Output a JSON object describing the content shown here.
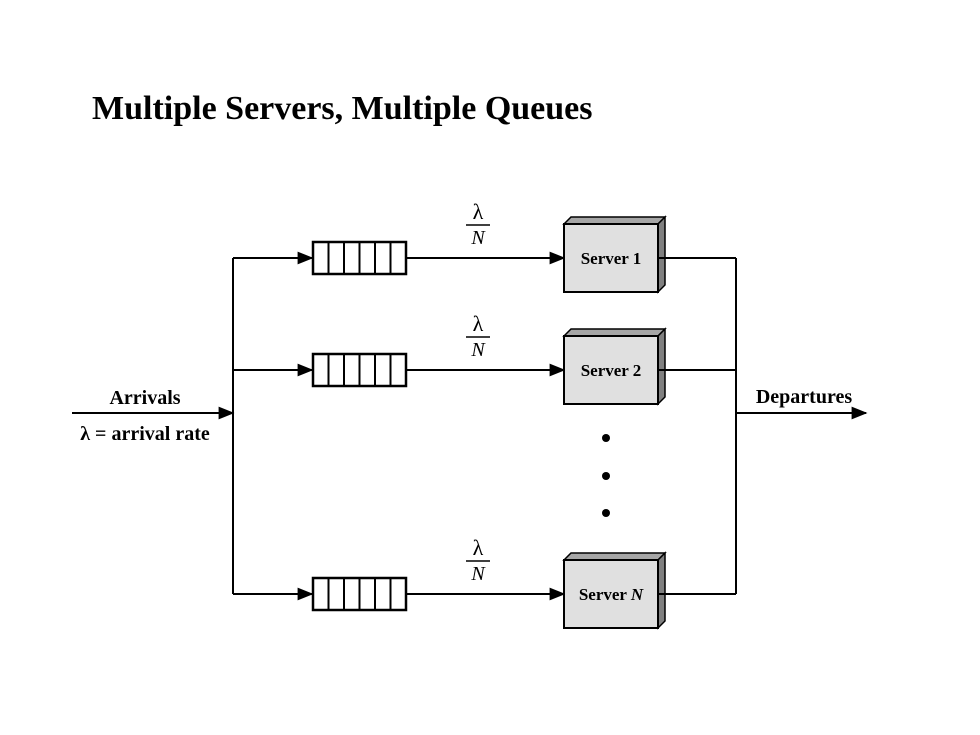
{
  "title": "Multiple Servers, Multiple Queues",
  "arrivals": {
    "label": "Arrivals",
    "rate_label": "λ = arrival rate"
  },
  "departures": {
    "label": "Departures"
  },
  "branch_rate": {
    "numerator": "λ",
    "denominator": "N"
  },
  "servers": [
    {
      "prefix": "Server ",
      "suffix": "1"
    },
    {
      "prefix": "Server ",
      "suffix": "2"
    },
    {
      "prefix": "Server ",
      "suffix": "N"
    }
  ],
  "ellipsis_dots": 3,
  "queue_slots": 6,
  "colors": {
    "server_face": "#e0e0e0",
    "server_side": "#808080",
    "server_top": "#a6a6a6",
    "line": "#000000"
  }
}
